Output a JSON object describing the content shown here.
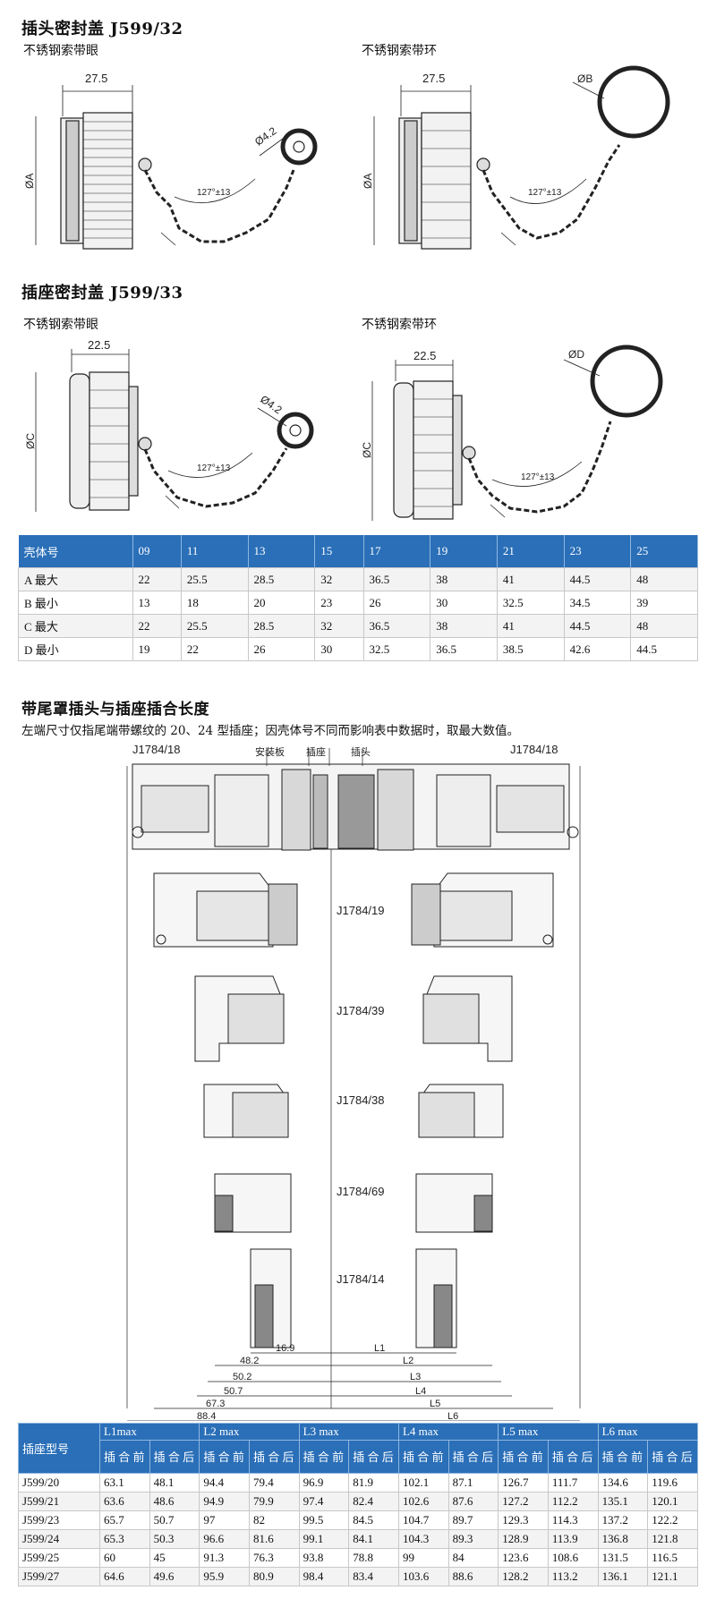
{
  "section1": {
    "title": "插头密封盖 J599/32",
    "left_sub": "不锈钢索带眼",
    "right_sub": "不锈钢索带环"
  },
  "section2": {
    "title": "插座密封盖 J599/33",
    "left_sub": "不锈钢索带眼",
    "right_sub": "不锈钢索带环"
  },
  "drawings": {
    "plug_eye": {
      "width": "27.5",
      "dia": "ØA",
      "hole": "Ø4.2",
      "angle": "127°±13"
    },
    "plug_ring": {
      "width": "27.5",
      "dia": "ØA",
      "ring": "ØB",
      "angle": "127°±13"
    },
    "rec_eye": {
      "width": "22.5",
      "dia": "ØC",
      "hole": "Ø4.2",
      "angle": "127°±13"
    },
    "rec_ring": {
      "width": "22.5",
      "dia": "ØC",
      "ring": "ØD",
      "angle": "127°±13"
    }
  },
  "shell_table": {
    "header": [
      "壳体号",
      "09",
      "11",
      "13",
      "15",
      "17",
      "19",
      "21",
      "23",
      "25"
    ],
    "rows": [
      [
        "A  最大",
        "22",
        "25.5",
        "28.5",
        "32",
        "36.5",
        "38",
        "41",
        "44.5",
        "48"
      ],
      [
        "B  最小",
        "13",
        "18",
        "20",
        "23",
        "26",
        "30",
        "32.5",
        "34.5",
        "39"
      ],
      [
        "C  最大",
        "22",
        "25.5",
        "28.5",
        "32",
        "36.5",
        "38",
        "41",
        "44.5",
        "48"
      ],
      [
        "D  最小",
        "19",
        "22",
        "26",
        "30",
        "32.5",
        "36.5",
        "38.5",
        "42.6",
        "44.5"
      ]
    ]
  },
  "section3": {
    "title": "带尾罩插头与插座插合长度",
    "note": "左端尺寸仅指尾端带螺纹的 20、24 型插座；因壳体号不同而影响表中数据时，取最大数值。"
  },
  "assembly": {
    "top_left": "J1784/18",
    "top_right": "J1784/18",
    "panel": "安装板",
    "receptacle": "插座",
    "plug": "插头",
    "labels": [
      "J1784/19",
      "J1784/39",
      "J1784/38",
      "J1784/69",
      "J1784/14"
    ],
    "dims_left": [
      "16.9",
      "48.2",
      "50.2",
      "50.7",
      "67.3",
      "88.4"
    ],
    "dims_right": [
      "L1",
      "L2",
      "L3",
      "L4",
      "L5",
      "L6"
    ]
  },
  "length_table": {
    "group_header": [
      "L1max",
      "L2 max",
      "L3 max",
      "L4 max",
      "L5 max",
      "L6 max"
    ],
    "model_header": "插座型号",
    "before": "插 合 前",
    "after": "插 合 后",
    "rows": [
      [
        "J599/20",
        "63.1",
        "48.1",
        "94.4",
        "79.4",
        "96.9",
        "81.9",
        "102.1",
        "87.1",
        "126.7",
        "111.7",
        "134.6",
        "119.6"
      ],
      [
        "J599/21",
        "63.6",
        "48.6",
        "94.9",
        "79.9",
        "97.4",
        "82.4",
        "102.6",
        "87.6",
        "127.2",
        "112.2",
        "135.1",
        "120.1"
      ],
      [
        "J599/23",
        "65.7",
        "50.7",
        "97",
        "82",
        "99.5",
        "84.5",
        "104.7",
        "89.7",
        "129.3",
        "114.3",
        "137.2",
        "122.2"
      ],
      [
        "J599/24",
        "65.3",
        "50.3",
        "96.6",
        "81.6",
        "99.1",
        "84.1",
        "104.3",
        "89.3",
        "128.9",
        "113.9",
        "136.8",
        "121.8"
      ],
      [
        "J599/25",
        "60",
        "45",
        "91.3",
        "76.3",
        "93.8",
        "78.8",
        "99",
        "84",
        "123.6",
        "108.6",
        "131.5",
        "116.5"
      ],
      [
        "J599/27",
        "64.6",
        "49.6",
        "95.9",
        "80.9",
        "98.4",
        "83.4",
        "103.6",
        "88.6",
        "128.2",
        "113.2",
        "136.1",
        "121.1"
      ]
    ]
  }
}
